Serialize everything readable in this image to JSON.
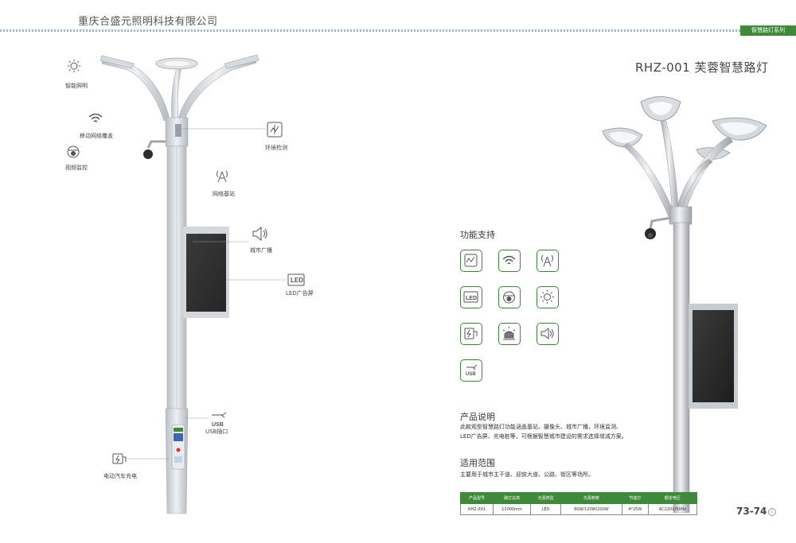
{
  "header": {
    "company": "重庆合盛元照明科技有限公司",
    "series": "智慧路灯系列"
  },
  "product": {
    "title": "RHZ-001 芙蓉智慧路灯"
  },
  "callouts": {
    "smart_lighting": "智能照明",
    "mobile_network": "移动网络覆盖",
    "video_monitoring": "视频监控",
    "env_detection": "环境检测",
    "base_station": "网络基站",
    "broadcast": "城市广播",
    "led_screen": "LED广告屏",
    "usb": "USB插口",
    "ev_charging": "电动汽车充电",
    "led_text": "LED",
    "usb_text": "USB"
  },
  "features": {
    "title": "功能支持",
    "icons": [
      "environment-monitor-icon",
      "wifi-icon",
      "base-station-icon",
      "led-screen-icon",
      "camera-icon",
      "smart-light-icon",
      "ev-charger-icon",
      "alarm-light-icon",
      "speaker-icon",
      "usb-icon"
    ]
  },
  "description": {
    "title": "产品说明",
    "text": "此款观型智慧路灯功能涵盖基站、摄像头、城市广播，环境监测、LED广告屏、充电桩等，可根据智慧城市建设的需求选择增减方案。"
  },
  "scope": {
    "title": "适用范围",
    "text": "主要用于城市主干道、迎宾大道、公路、街区等场所。"
  },
  "spec_table": {
    "headers": [
      "产品型号",
      "路灯总高",
      "光源类型",
      "光源参数",
      "节能灯",
      "额定电压"
    ],
    "row": [
      "RHZ-001",
      "12000mm",
      "LED",
      "80W/120W/200W",
      "4*25W",
      "AC220V/50Hz"
    ]
  },
  "page": {
    "number": "73-74",
    "mark": "C"
  },
  "colors": {
    "accent": "#3e8a3a",
    "pole": "#c9ced3",
    "screen": "#2e2e2e"
  }
}
